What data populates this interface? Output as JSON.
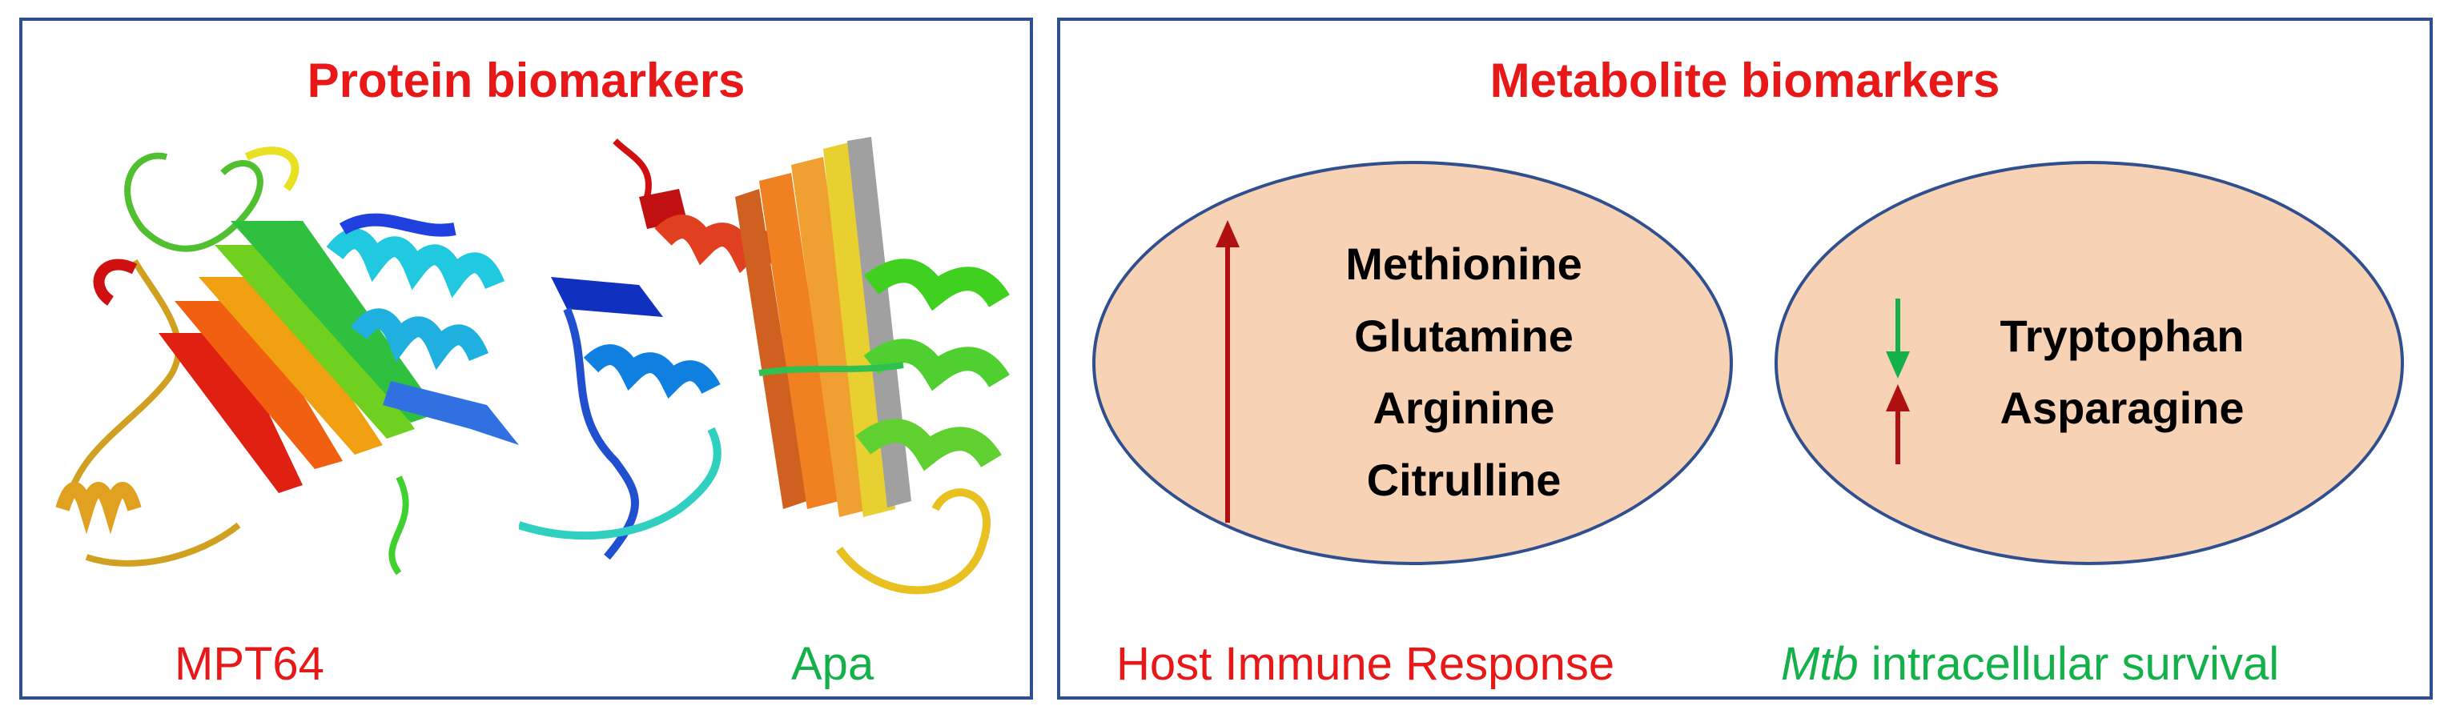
{
  "protein_panel": {
    "title": "Protein biomarkers",
    "proteins": [
      {
        "name": "MPT64",
        "label_color": "#e81818"
      },
      {
        "name": "Apa",
        "label_color": "#14b04a"
      }
    ]
  },
  "metabolite_panel": {
    "title": "Metabolite biomarkers",
    "host_group": {
      "metabolites": [
        "Methionine",
        "Glutamine",
        "Arginine",
        "Citrulline"
      ],
      "direction": "up",
      "label": "Host Immune Response"
    },
    "mtb_group": {
      "metabolites": [
        {
          "name": "Tryptophan",
          "direction": "down"
        },
        {
          "name": "Asparagine",
          "direction": "up"
        }
      ],
      "label_italic": "Mtb",
      "label_rest": " intracellular survival"
    }
  },
  "colors": {
    "title": "#e81818",
    "up_arrow": "#b01010",
    "down_arrow": "#14b04a",
    "ellipse_fill": "#f8d2b4",
    "border": "#2f4f8f"
  }
}
